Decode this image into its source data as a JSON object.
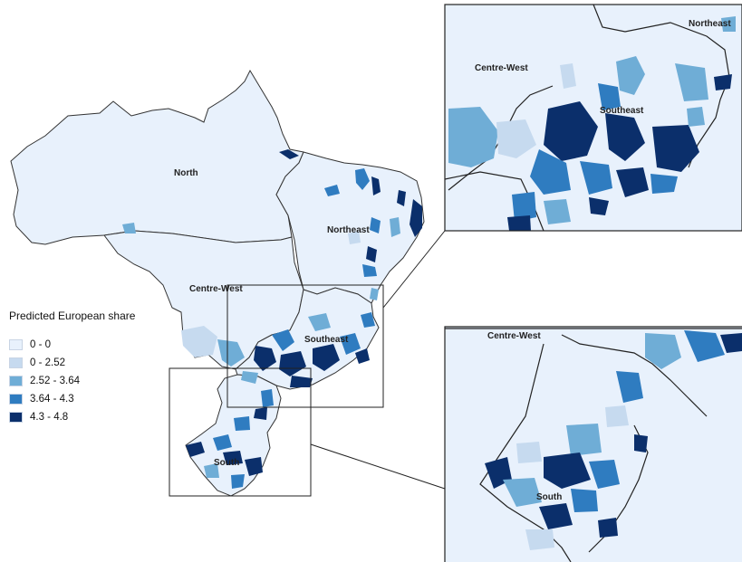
{
  "legend": {
    "title": "Predicted European share",
    "items": [
      {
        "label": "0 - 0",
        "color": "#e8f1fc"
      },
      {
        "label": "0 - 2.52",
        "color": "#c6daef"
      },
      {
        "label": "2.52 - 3.64",
        "color": "#6fadd6"
      },
      {
        "label": "3.64 - 4.3",
        "color": "#2f7cc0"
      },
      {
        "label": "4.3 - 4.8",
        "color": "#0b2f6b"
      }
    ]
  },
  "regions": {
    "north": "North",
    "northeast": "Northeast",
    "centre_west": "Centre-West",
    "southeast": "Southeast",
    "south": "South"
  },
  "inset_top": {
    "centre_west": "Centre-West",
    "southeast": "Southeast",
    "northeast": "Northeast"
  },
  "inset_bottom": {
    "centre_west": "Centre-West",
    "south": "South"
  }
}
